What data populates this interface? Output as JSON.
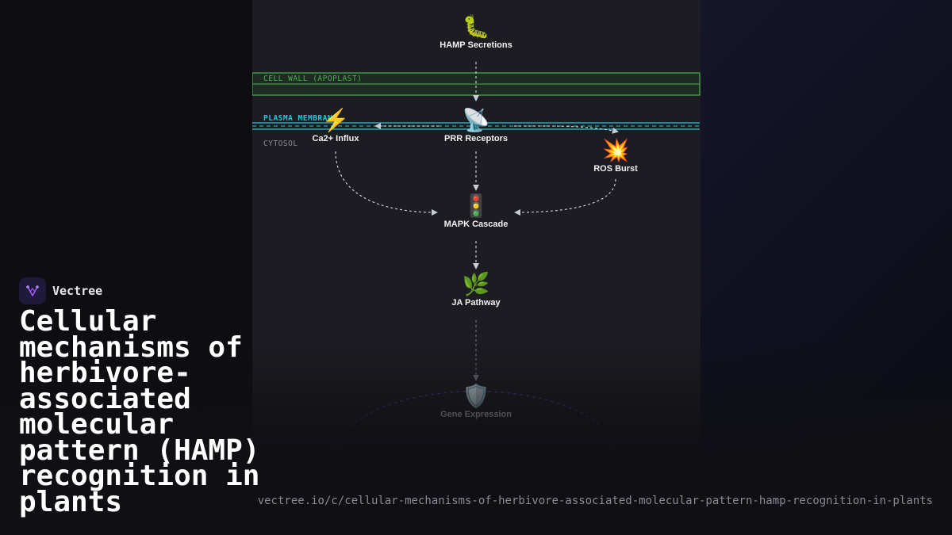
{
  "diagram": {
    "regions": {
      "cell_wall": "CELL WALL (APOPLAST)",
      "plasma_membrane": "PLASMA MEMBRANE",
      "cytosol": "CYTOSOL"
    },
    "nodes": {
      "hamp": {
        "emoji": "🐛",
        "label": "HAMP Secretions"
      },
      "ca": {
        "emoji": "⚡",
        "label": "Ca2+ Influx"
      },
      "prr": {
        "emoji": "📡",
        "label": "PRR Receptors"
      },
      "ros": {
        "emoji": "💥",
        "label": "ROS Burst"
      },
      "mapk": {
        "emoji": "🚦",
        "label": "MAPK Cascade"
      },
      "ja": {
        "emoji": "🌿",
        "label": "JA Pathway"
      },
      "gene": {
        "emoji": "🛡️",
        "label": "Gene Expression"
      }
    },
    "colors": {
      "cell_wall": "#4caf50",
      "plasma_membrane": "#26c6da",
      "cytosol": "#8a8a96",
      "arrow": "#c8ccd4",
      "accent": "#7b3fb0"
    }
  },
  "brand": {
    "name": "Vectree"
  },
  "title": "Cellular mechanisms of herbivore-associated molecular pattern (HAMP) recognition in plants",
  "url": "vectree.io/c/cellular-mechanisms-of-herbivore-associated-molecular-pattern-hamp-recognition-in-plants"
}
